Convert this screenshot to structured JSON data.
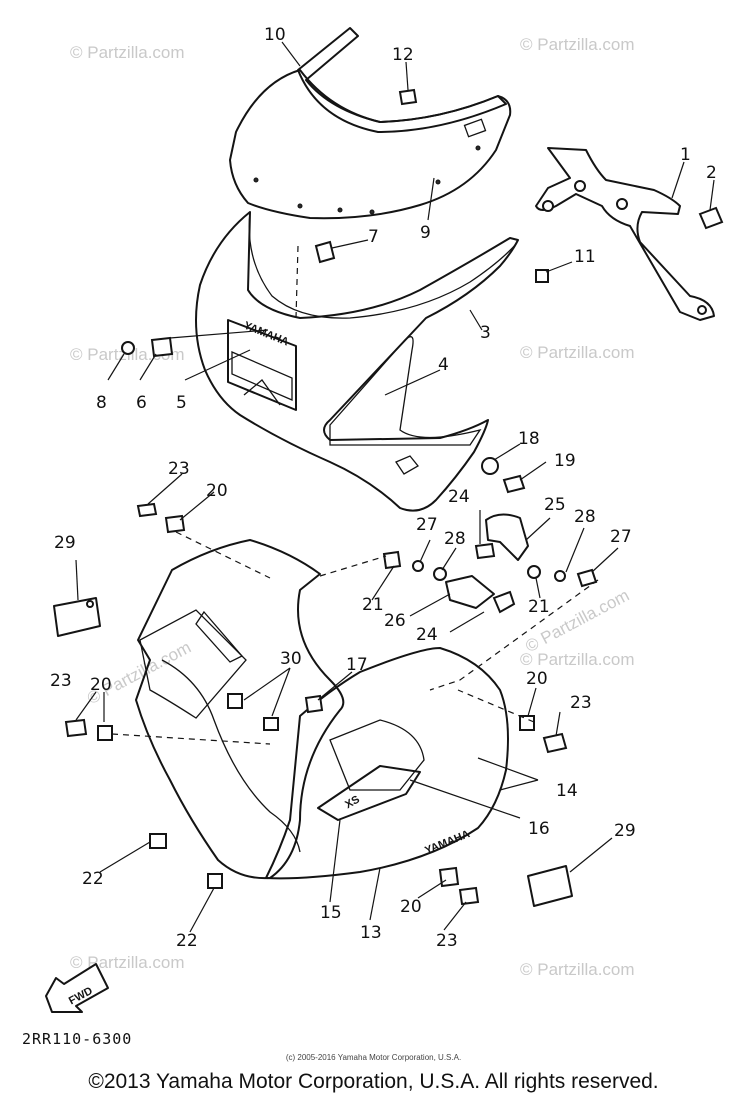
{
  "diagram": {
    "code": "2RR110-6300",
    "fwd_label": "FWD",
    "decals": {
      "yamaha": "YAMAHA",
      "model": "XS"
    },
    "watermark": "© Partzilla.com",
    "callouts": [
      "1",
      "2",
      "3",
      "4",
      "5",
      "6",
      "7",
      "8",
      "9",
      "10",
      "11",
      "12",
      "13",
      "14",
      "15",
      "16",
      "17",
      "18",
      "19",
      "20",
      "21",
      "22",
      "23",
      "24",
      "25",
      "26",
      "27",
      "28",
      "29",
      "30"
    ]
  },
  "footer": {
    "small_copyright": "(c) 2005-2016 Yamaha Motor Corporation, U.S.A.",
    "copyright": "©2013 Yamaha Motor Corporation, U.S.A. All rights reserved."
  }
}
